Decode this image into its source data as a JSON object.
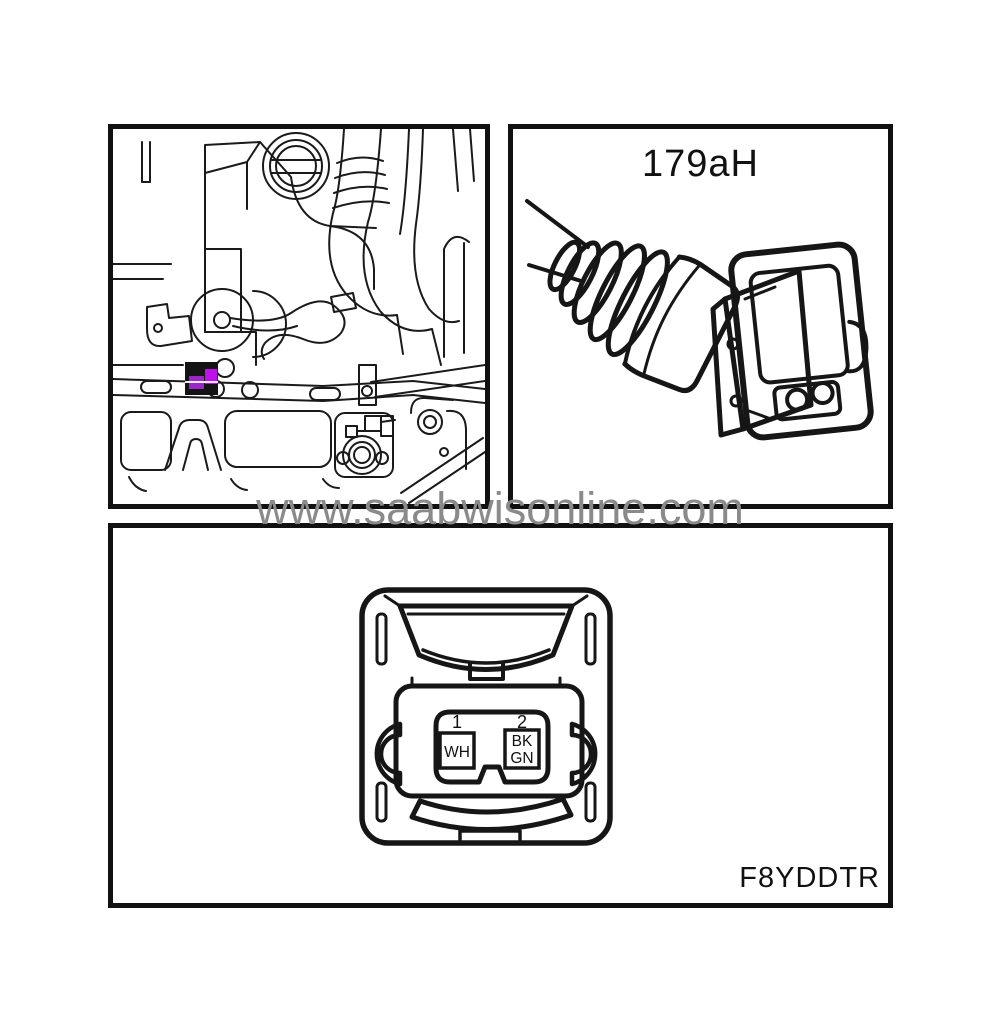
{
  "watermark": {
    "text": "www.saabwisonline.com",
    "color": "#8a8a8a"
  },
  "panels": {
    "location": {
      "highlight": {
        "frame": "#141414",
        "left": "#9a28c8",
        "right": "#bd10ea"
      }
    },
    "connector": {
      "title": "179aH"
    },
    "pinout": {
      "figure_code": "F8YDDTR",
      "pins": [
        {
          "number": "1",
          "lines": [
            "WH"
          ]
        },
        {
          "number": "2",
          "lines": [
            "BK",
            "GN"
          ]
        }
      ]
    }
  },
  "colors": {
    "ink": "#1a1a1a",
    "panel_border": "#111111",
    "background": "#ffffff"
  }
}
